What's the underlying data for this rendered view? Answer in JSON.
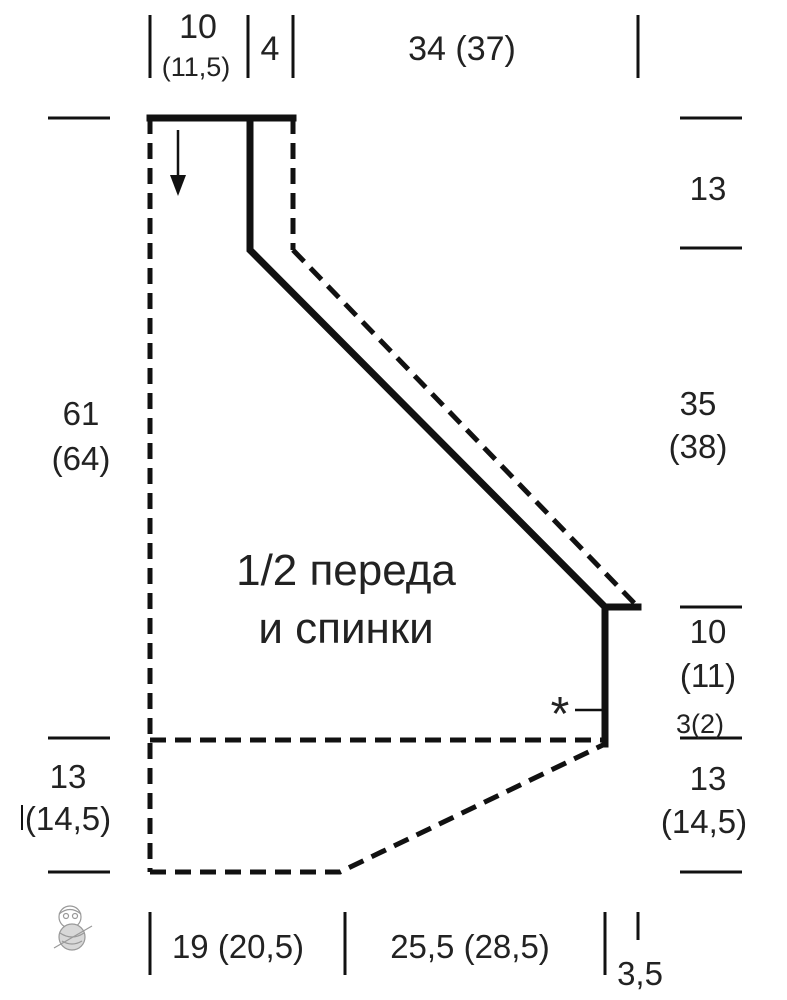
{
  "title": {
    "line1": "1/2 переда",
    "line2": "и спинки"
  },
  "top_dims": {
    "shoulder": "10",
    "shoulder_alt": "(11,5)",
    "neck": "4",
    "sleeve": "34 (37)"
  },
  "left_dims": {
    "length": "61",
    "length_alt": "(64)",
    "hem": "13",
    "hem_alt": "(14,5)"
  },
  "right_dims": {
    "top": "13",
    "slope": "35",
    "slope_alt": "(38)",
    "cuff": "10",
    "cuff_alt": "(11)",
    "gap": "3(2)",
    "side": "13",
    "side_alt": "(14,5)"
  },
  "bottom_dims": {
    "a": "19 (20,5)",
    "b": "25,5 (28,5)",
    "c": "3,5"
  },
  "marker": "*",
  "colors": {
    "line": "#111111",
    "text": "#222222",
    "background": "#ffffff"
  }
}
